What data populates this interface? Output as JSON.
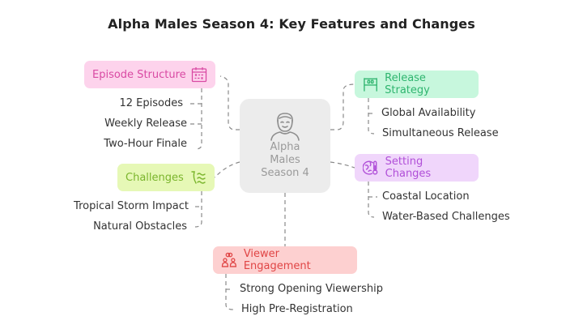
{
  "title": "Alpha Males Season 4: Key Features and Changes",
  "center": {
    "icon": "person-icon",
    "label_lines": [
      "Alpha",
      "Males",
      "Season 4"
    ]
  },
  "branches": {
    "episode_structure": {
      "label": "Episode Structure",
      "icon": "calendar-icon",
      "color": "#d94aa3",
      "background": "#fdd3ec",
      "items": [
        "12 Episodes",
        "Weekly Release",
        "Two-Hour Finale"
      ]
    },
    "release_strategy": {
      "label": "Release Strategy",
      "icon": "goal-post-icon",
      "color": "#2fb56f",
      "background": "#c7f7dd",
      "items": [
        "Global Availability",
        "Simultaneous Release"
      ]
    },
    "setting_changes": {
      "label": "Setting Changes",
      "icon": "globe-thermometer-icon",
      "color": "#b04fd8",
      "background": "#f0d6fb",
      "items": [
        "Coastal Location",
        "Water-Based Challenges"
      ]
    },
    "challenges": {
      "label": "Challenges",
      "icon": "storm-wind-icon",
      "color": "#7ab52c",
      "background": "#e6f8b6",
      "items": [
        "Tropical Storm Impact",
        "Natural Obstacles"
      ]
    },
    "viewer_engagement": {
      "label": "Viewer Engagement",
      "icon": "audience-icon",
      "color": "#e04545",
      "background": "#fdd0d0",
      "items": [
        "Strong Opening Viewership",
        "High Pre-Registration"
      ]
    }
  }
}
